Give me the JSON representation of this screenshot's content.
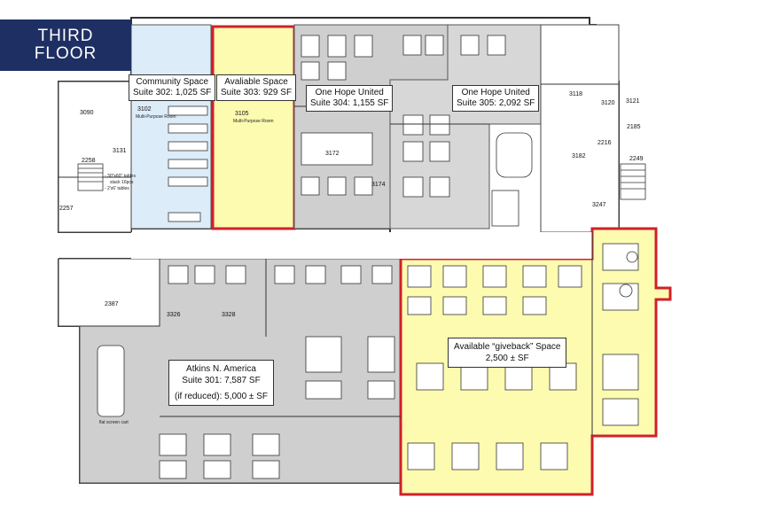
{
  "badge": {
    "line1": "THIRD",
    "line2": "FLOOR"
  },
  "colors": {
    "badge_bg": "#1e2f63",
    "community_fill": "#dcecf8",
    "available_fill": "#fdfbb0",
    "tenant_fill": "#cfcfcf",
    "highlight_border": "#d0202a"
  },
  "labels": {
    "community": {
      "line1": "Community Space",
      "line2": "Suite 302: 1,025 SF"
    },
    "suite303": {
      "line1": "Avaliable Space",
      "line2": "Suite 303: 929 SF"
    },
    "suite304": {
      "line1": "One Hope United",
      "line2": "Suite 304: 1,155 SF"
    },
    "suite305": {
      "line1": "One Hope United",
      "line2": "Suite 305: 2,092 SF"
    },
    "atkins": {
      "line1": "Atkins N. America",
      "line2": "Suite 301: 7,587 SF",
      "line3": "(if reduced): 5,000 ± SF"
    },
    "giveback": {
      "line1": "Available “giveback” Space",
      "line2": "2,500 ± SF"
    }
  },
  "rooms": {
    "r3090": "3090",
    "r3102": "3102",
    "r3105": "3105",
    "r3131": "3131",
    "r2258": "2258",
    "r2257": "2257",
    "r3172": "3172",
    "r3174": "3174",
    "r3182": "3182",
    "r3118": "3118",
    "r3120": "3120",
    "r3121": "3121",
    "r2185": "2185",
    "r2216": "2216",
    "r2249": "2249",
    "r3247": "3247",
    "r2387": "2387",
    "r3326": "3326",
    "r3328": "3328"
  },
  "notes": {
    "multi1": "Multi-Purpose Room",
    "multi2": "Multi-Purpose Room",
    "tables": "- 30\"x60\" tables",
    "stack": "stack 16pcs",
    "tables2": "- 2'x6' tables",
    "screen": "flat screen cart"
  }
}
